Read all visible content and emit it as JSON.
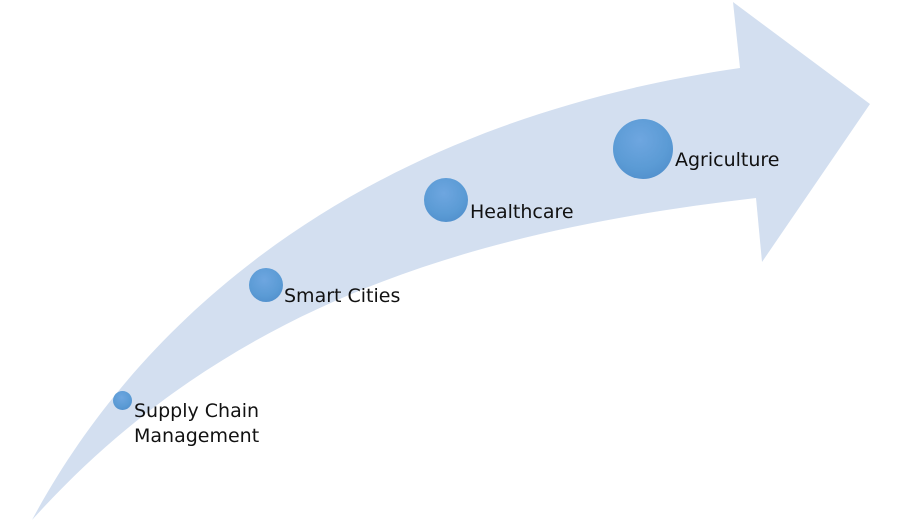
{
  "diagram": {
    "type": "curved-progress-arrow",
    "arrow_color": "#d3dff0",
    "node_color": "#5b9bd5",
    "stages": [
      {
        "label": "Supply Chain\nManagement"
      },
      {
        "label": "Smart Cities"
      },
      {
        "label": "Healthcare"
      },
      {
        "label": "Agriculture"
      }
    ]
  }
}
